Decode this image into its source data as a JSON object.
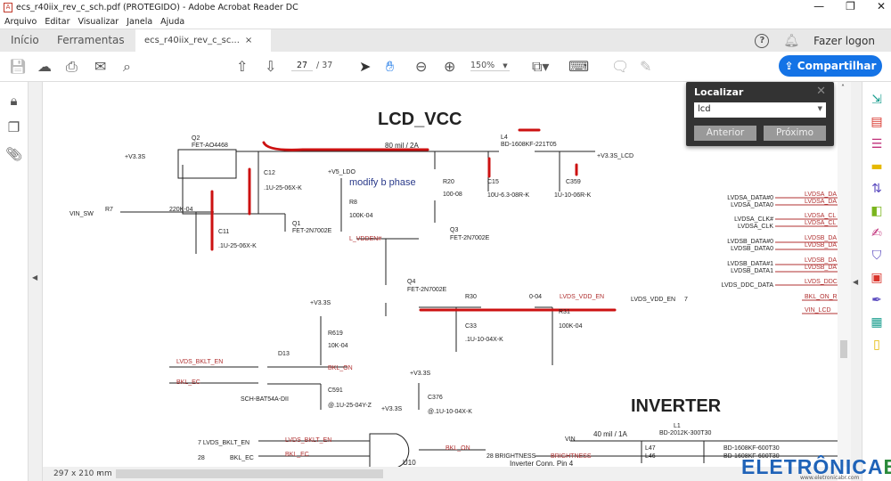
{
  "window": {
    "title": "ecs_r40iix_rev_c_sch.pdf (PROTEGIDO) - Adobe Acrobat Reader DC",
    "minimize": "—",
    "restore": "❐",
    "close": "✕"
  },
  "menu": [
    "Arquivo",
    "Editar",
    "Visualizar",
    "Janela",
    "Ajuda"
  ],
  "tabs": {
    "home": "Início",
    "tools": "Ferramentas",
    "doc": "ecs_r40iix_rev_c_sc...",
    "close": "×",
    "help": "?",
    "login": "Fazer logon"
  },
  "toolbar": {
    "page": "27",
    "pages": "/ 37",
    "zoom": "150%",
    "share": "Compartilhar"
  },
  "find": {
    "title": "Localizar",
    "value": "lcd",
    "prev": "Anterior",
    "next": "Próximo"
  },
  "status": {
    "size": "297 x 210 mm"
  },
  "watermark": {
    "brand": "ELETRÔNICA BR",
    "url": "www.eletronicabr.com"
  },
  "schematic": {
    "title1": "LCD_VCC",
    "title2": "INVERTER",
    "labels": [
      "Q2",
      "FET-AO4468",
      "+V3.3S",
      "C12",
      ".1U-25-06X-K",
      "+V5_LDO",
      "modify b phase",
      "80 mil / 2A",
      "L4",
      "BD-1608KF-221T05",
      "+V3.3S_LCD",
      "R20",
      "100-08",
      "C15",
      "10U-6.3-08R-K",
      "C359",
      "1U-10-06R-K",
      "VIN_SW",
      "R7",
      "220K-04",
      "R8",
      "100K-04",
      "Q1",
      "FET-2N7002E",
      "C11",
      ".1U-25-06X-K",
      "L_VDDEN#",
      "Q3",
      "FET-2N7002E",
      "Q4",
      "FET-2N7002E",
      "R30",
      "0-04",
      "LVDS_VDD_EN",
      "LVDS_VDD_EN",
      "C33",
      ".1U-10-04X-K",
      "R31",
      "100K-04",
      "+V3.3S",
      "R619",
      "10K-04",
      "LVDS_BKLT_EN",
      "D13",
      "BKL_ON",
      "BKL_EC",
      "C591",
      "@.1U-25-04Y-Z",
      "SCH-BAT54A-DII",
      "+V3.3S",
      "C376",
      "@.1U-10-04X-K",
      "+V3.3S",
      "7 LVDS_BKLT_EN",
      "LVDS_BKLT_EN",
      "28",
      "BKL_EC",
      "BKL_EC",
      "BKL_ON",
      "U10",
      "40 mil / 1A",
      "L1",
      "BD-2012K-300T30",
      "VIN",
      "L47",
      "L46",
      "BD-1608KF-600T30",
      "BD-1608KF-600T30",
      "28 BRIGHTNESS",
      "BRIGHTNESS",
      "Inverter Conn. Pin 4"
    ],
    "lvds": [
      "LVDSA_DATA#0",
      "LVDSA_DATA0",
      "LVDSA_CLK#",
      "LVDSA_CLK",
      "LVDSB_DATA#0",
      "LVDSB_DATA0",
      "LVDSB_DATA#1",
      "LVDSB_DATA1",
      "LVDS_DDC_DATA"
    ],
    "lvds_out": [
      "LVDSA_DA",
      "LVDSA_DA",
      "LVDSA_CL",
      "LVDSA_CL",
      "LVDSB_DA",
      "LVDSB_DA",
      "LVDSB_DA",
      "LVDSB_DA",
      "LVDS_DDC",
      "BKL_ON_R",
      "VIN_LCD"
    ],
    "sheet_ref": "7"
  }
}
